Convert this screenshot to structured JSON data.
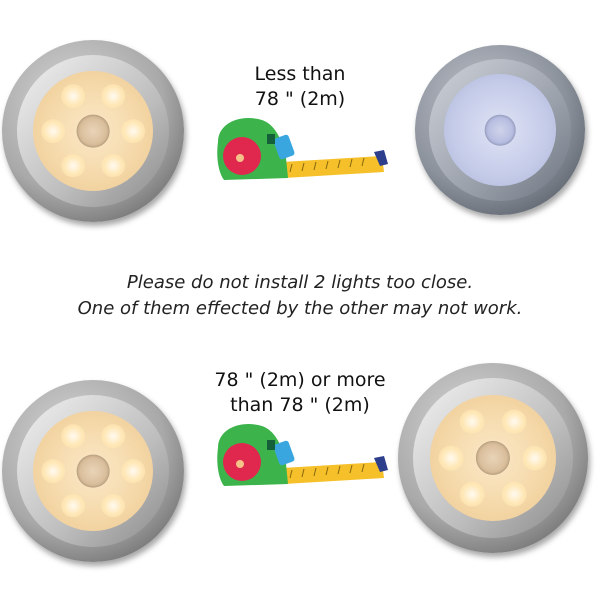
{
  "top": {
    "distance_line1": "Less than",
    "distance_line2": "78  \" (2m)"
  },
  "note": {
    "line1": "Please do not install 2 lights too close.",
    "line2": "One of them effected by the other may not work."
  },
  "bottom": {
    "distance_line1": "78  \" (2m) or more",
    "distance_line2": "than 78  \" (2m)"
  },
  "colors": {
    "tape_body": "#3cb44b",
    "tape_reel": "#e0284f",
    "tape_button": "#3aa6e0",
    "tape_blade": "#f5c02a"
  }
}
